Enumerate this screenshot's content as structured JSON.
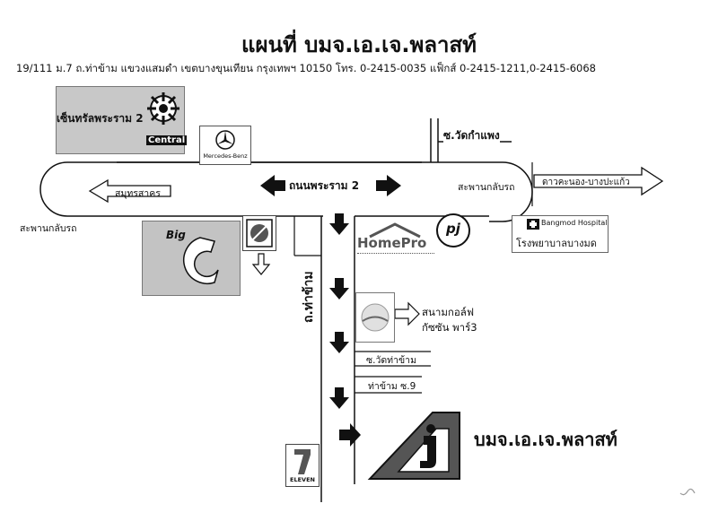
{
  "title": "แผนที่ บมจ.เอ.เจ.พลาสท์",
  "address": "19/111 ม.7 ถ.ท่าข้าม แขวงแสมดำ เขตบางขุนเทียน กรุงเทพฯ 10150 โทร. 0-2415-0035 แฟ็กส์ 0-2415-1211,0-2415-6068",
  "landmarks": {
    "central_name": "เซ็นทรัลพระราม 2",
    "central_logo_text": "Central",
    "benz_text": "Mercedes-Benz",
    "bigc_text": "Big",
    "homepro_text": "HomePro",
    "pj_text": "pj",
    "hospital_en": "Bangmod Hospital",
    "hospital_th": "โรงพยาบาลบางมด",
    "golf_line1": "สนามกอล์ฟ",
    "golf_line2": "กัซซัน พาร์3",
    "seven_text": "ELEVEN",
    "company_name": "บมจ.เอ.เจ.พลาสท์"
  },
  "roads": {
    "soi_wat_kamphaeng": "ซ.วัดกำแพง",
    "rama2": "ถนนพระราม 2",
    "samut_sakhon": "สมุทรสาคร",
    "u_turn_right": "สะพานกลับรถ",
    "u_turn_left": "สะพานกลับรถ",
    "dao_khanong": "ดาวคะนอง-บางปะแก้ว",
    "tha_kham_road": "ถ.ท่าข้าม",
    "soi_wat_tha_kham": "ซ.วัดท่าข้าม",
    "tha_kham_soi9": "ท่าข้าม ซ.9"
  },
  "colors": {
    "ink": "#111111",
    "gray": "#bdbdbd",
    "dark_gray": "#555555"
  }
}
